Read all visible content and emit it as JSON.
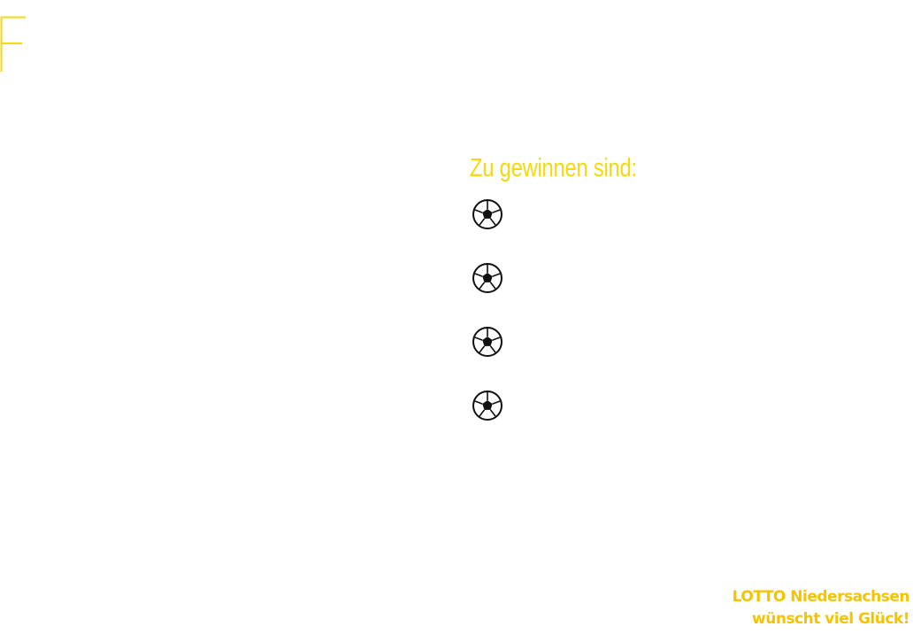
{
  "decor": {
    "big_letter": "F",
    "accent_color": "#f5d90a",
    "brand_color": "#f5c400"
  },
  "prizes": {
    "heading": "Zu gewinnen sind:",
    "items": [
      {
        "icon": "soccer-ball-icon",
        "label": ""
      },
      {
        "icon": "soccer-ball-icon",
        "label": ""
      },
      {
        "icon": "soccer-ball-icon",
        "label": ""
      },
      {
        "icon": "soccer-ball-icon",
        "label": ""
      }
    ]
  },
  "footer": {
    "line1": "LOTTO Niedersachsen",
    "line2": "wünscht viel Glück!"
  }
}
